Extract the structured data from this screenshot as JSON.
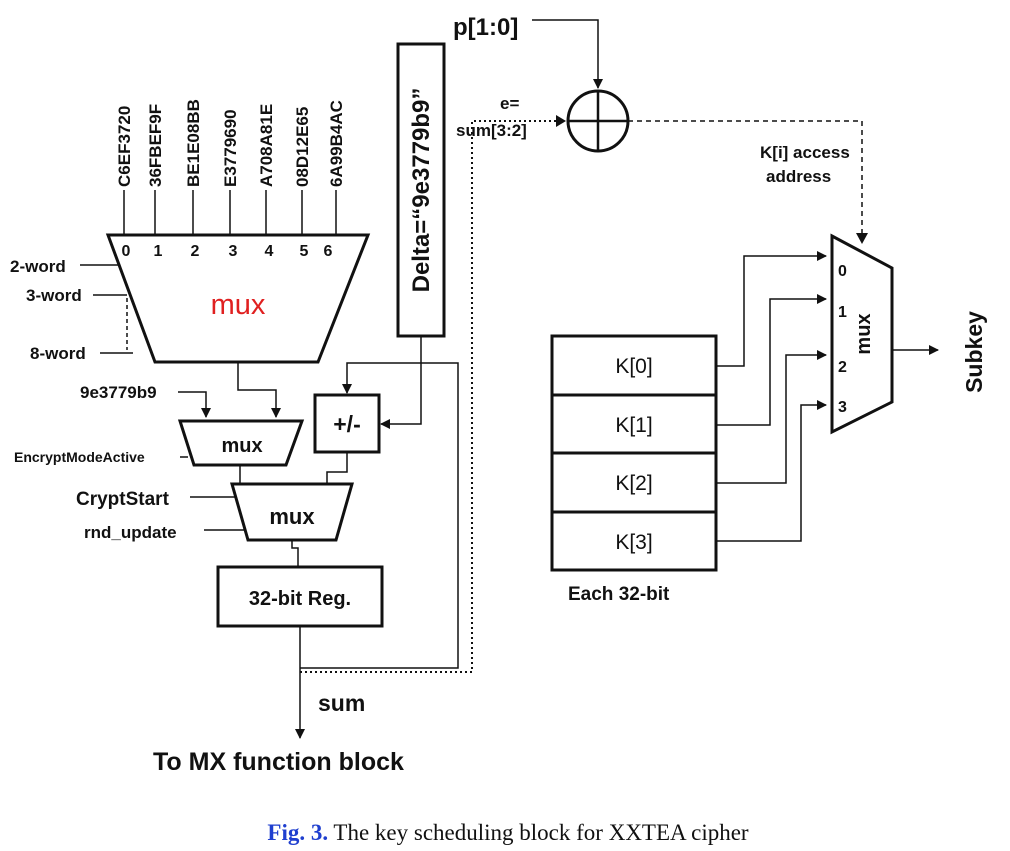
{
  "constants": [
    "C6EF3720",
    "36FBEF9F",
    "BE1E08BB",
    "E3779690",
    "A708A81E",
    "08D12E65",
    "6A99B4AC"
  ],
  "mux_inputs": [
    "0",
    "1",
    "2",
    "3",
    "4",
    "5",
    "6"
  ],
  "big_mux": {
    "label": "mux",
    "label_color": "#e02020"
  },
  "word_selects": [
    "2-word",
    "3-word",
    "8-word"
  ],
  "delta_label": "Delta=“9e3779b9”",
  "xor": {
    "p_label": "p[1:0]",
    "e_label_1": "e=",
    "e_label_2": "sum[3:2]"
  },
  "kaccess": {
    "line1": "K[i] access",
    "line2": "address"
  },
  "small_mux_1": {
    "label": "mux",
    "const_input": "9e3779b9",
    "select": "EncryptModeActive"
  },
  "addsub": "+/-",
  "small_mux_2": {
    "label": "mux",
    "select_1": "CryptStart",
    "select_2": "rnd_update"
  },
  "register": "32-bit Reg.",
  "sum_label": "sum",
  "to_mx": "To MX function block",
  "keys": [
    "K[0]",
    "K[1]",
    "K[2]",
    "K[3]"
  ],
  "each_label": {
    "text": "Each 32-bit",
    "color": "#b01010"
  },
  "key_mux": {
    "label": "mux",
    "inputs": [
      "0",
      "1",
      "2",
      "3"
    ]
  },
  "subkey": "Subkey",
  "caption": {
    "fig": "Fig. 3.",
    "text": " The key scheduling block for XXTEA cipher",
    "fig_color": "#1f3fcf"
  }
}
